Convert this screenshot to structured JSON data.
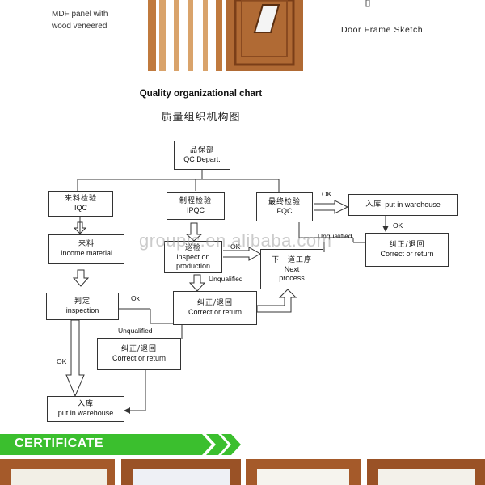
{
  "top": {
    "mdf_label_line1": "MDF panel with",
    "mdf_label_line2": "wood veneered",
    "sketch_label": "Door Frame Sketch"
  },
  "chart": {
    "title": "Quality organizational chart",
    "title_cn": "质量组织机构图",
    "watermark": "groupic.en.alibaba.com",
    "nodes": {
      "qc": {
        "cn": "品保部",
        "en": "QC Depart."
      },
      "iqc": {
        "cn": "来料检验",
        "en": "IQC"
      },
      "ipqc": {
        "cn": "制程检验",
        "en": "IPQC"
      },
      "fqc": {
        "cn": "最终检验",
        "en": "FQC"
      },
      "warehouse_top": {
        "cn": "入库",
        "en": "put in warehouse"
      },
      "income": {
        "cn": "来料",
        "en": "Income material"
      },
      "inspect_prod": {
        "cn": "巡检",
        "en": "inspect on production"
      },
      "next": {
        "cn": "下一道工序",
        "en": "Next process"
      },
      "correct_right": {
        "cn": "纠正/退回",
        "en": "Correct or return"
      },
      "correct_mid": {
        "cn": "纠正/退回",
        "en": "Correct or return"
      },
      "judge": {
        "cn": "判定",
        "en": "inspection"
      },
      "correct_low": {
        "cn": "纠正/退回",
        "en": "Correct or return"
      },
      "warehouse_bottom": {
        "cn": "入库",
        "en": "put in warehouse"
      }
    },
    "labels": {
      "ok_fqc": "OK",
      "ok_right": "OK",
      "unqual_right": "Unqualified",
      "ok_ipqc": "OK",
      "unqual_ipqc": "Unqualified",
      "ok_judge": "Ok",
      "unqual_judge": "Unqualified",
      "ok_down": "OK"
    }
  },
  "certificate": {
    "heading": "CERTIFICATE"
  },
  "colors": {
    "cert_green": "#3bbf2e",
    "frame_wood": "#a55a2a",
    "door_wood": "#b06a34"
  }
}
